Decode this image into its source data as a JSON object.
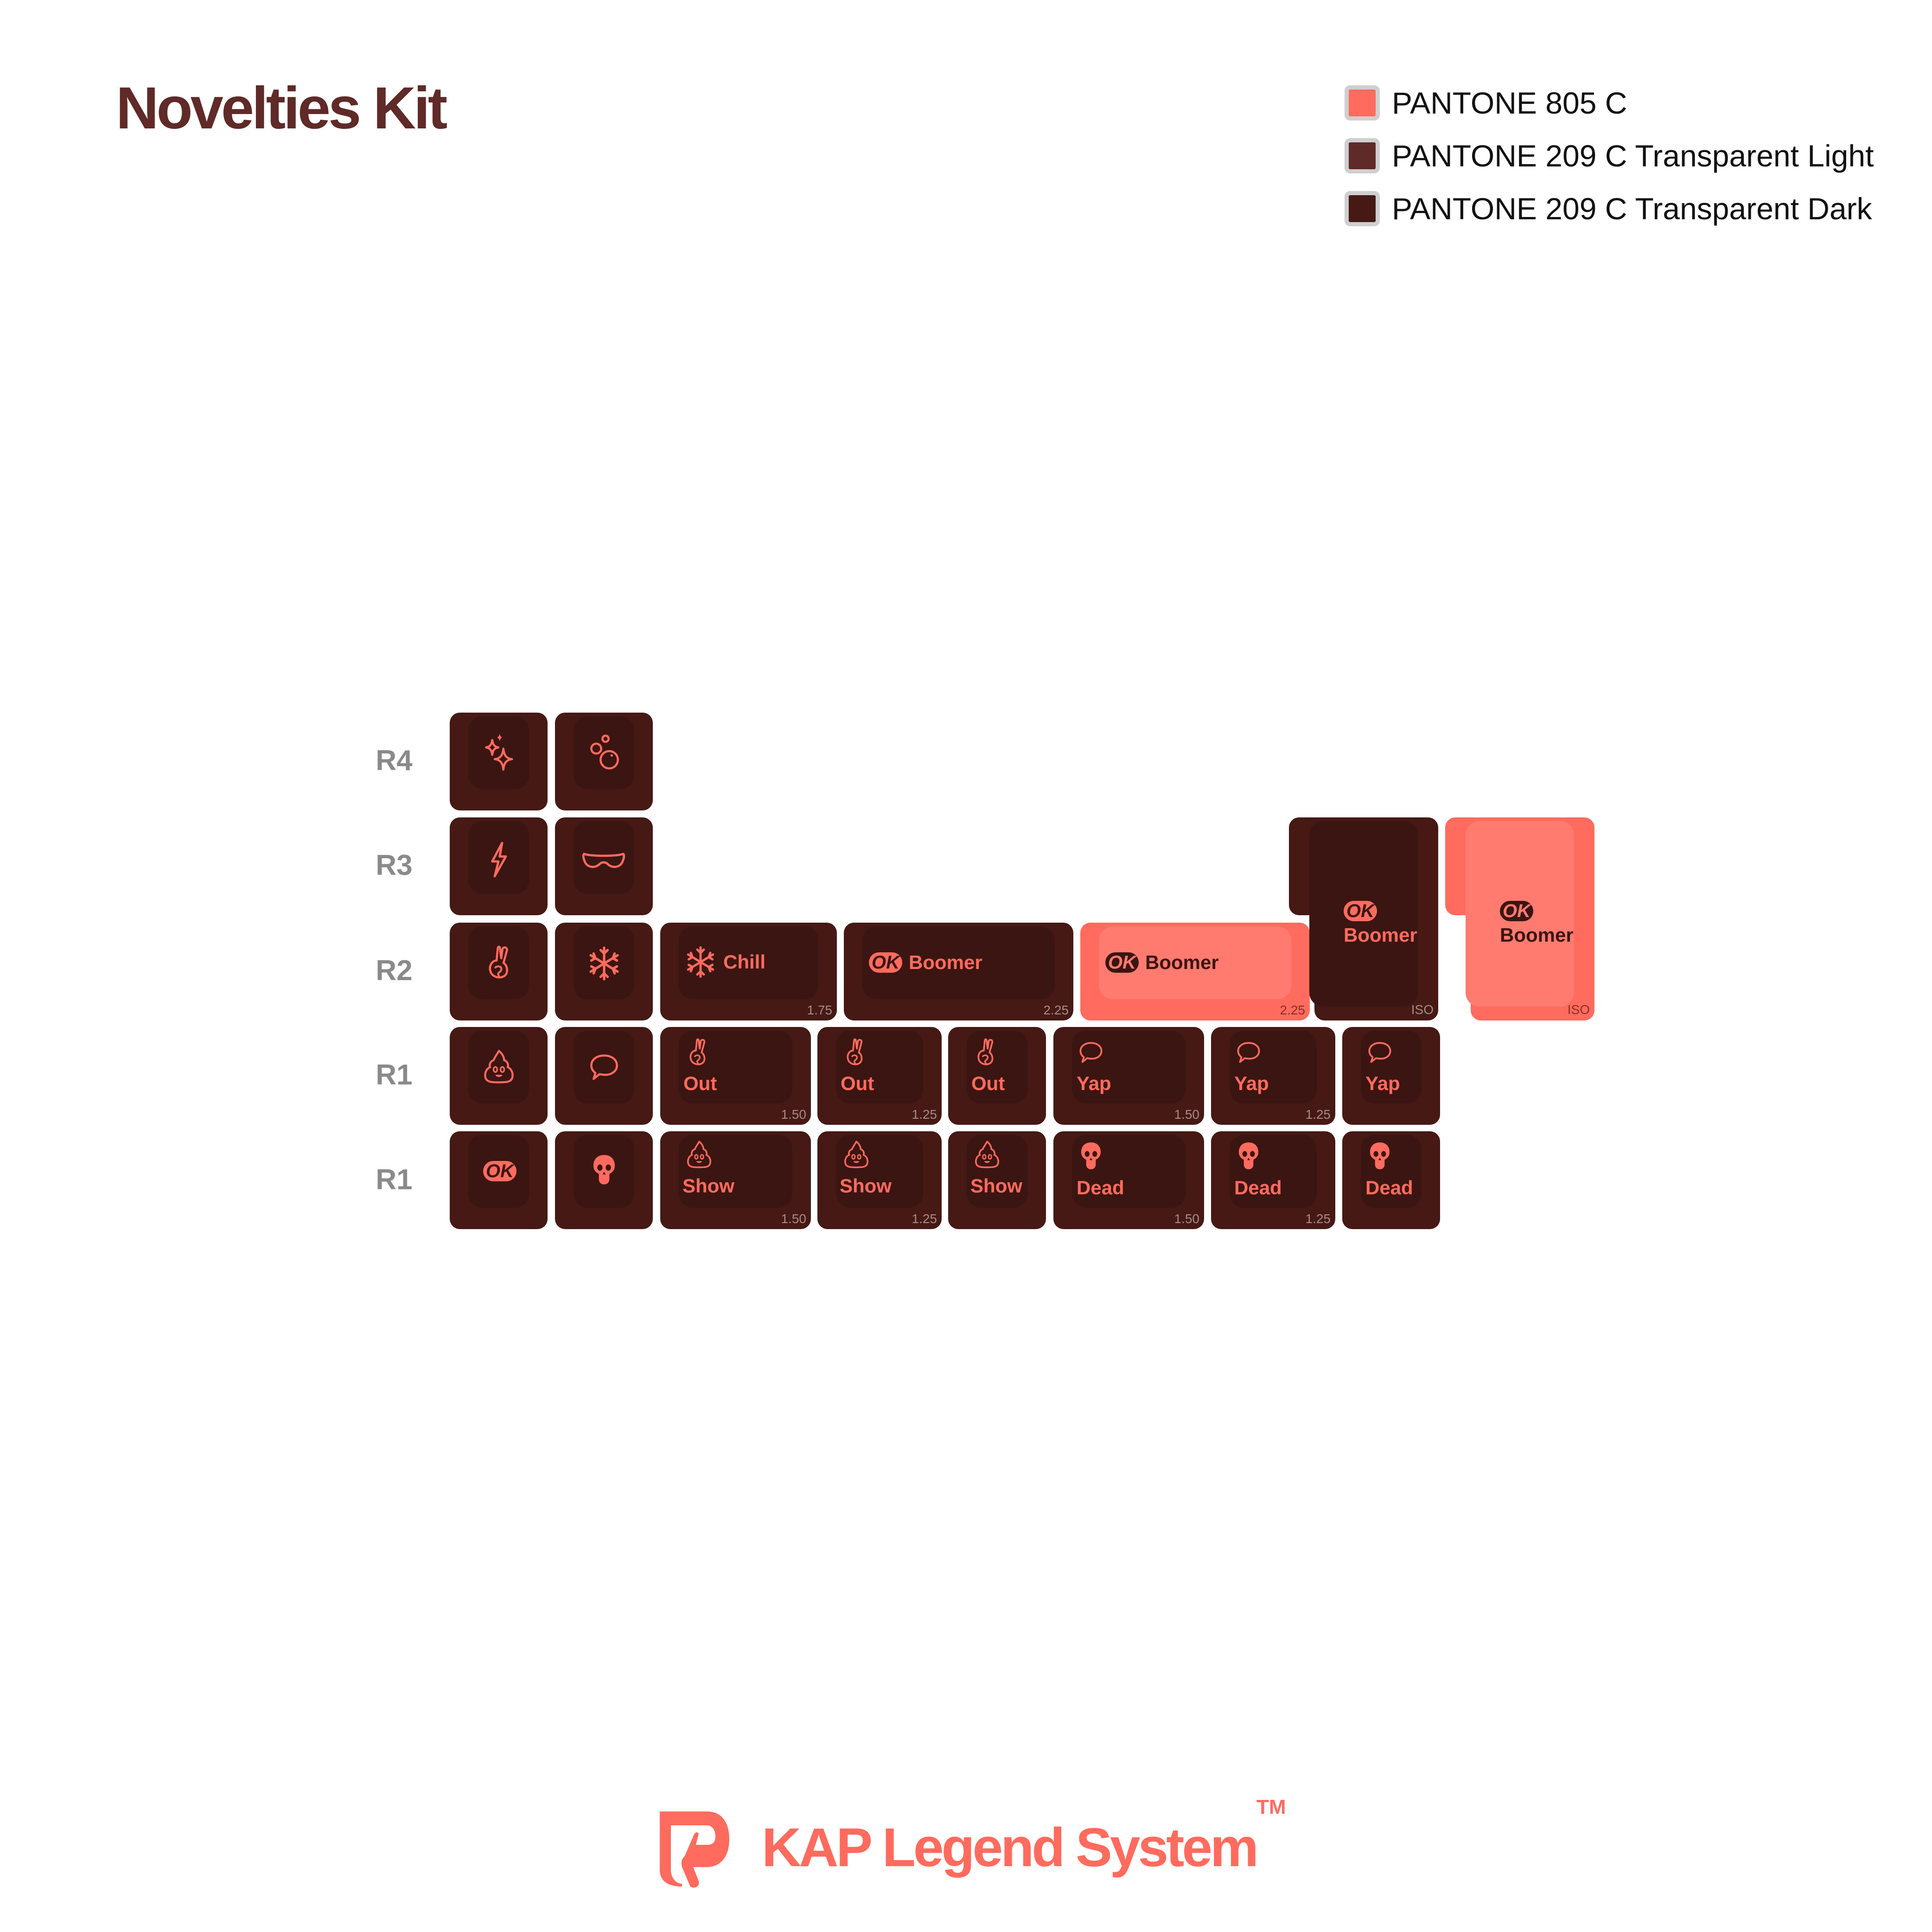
{
  "title": "Novelties Kit",
  "legend": [
    {
      "label": "PANTONE 805 C",
      "color": "#ff6b5e"
    },
    {
      "label": "PANTONE 209 C Transparent Light",
      "color": "#5f2a27"
    },
    {
      "label": "PANTONE 209 C Transparent Dark",
      "color": "#461915"
    }
  ],
  "row_labels": [
    "R4",
    "R3",
    "R2",
    "R1",
    "R1"
  ],
  "keys": {
    "r4": [
      {
        "icon": "sparkles-icon",
        "color": "dark"
      },
      {
        "icon": "bubbles-icon",
        "color": "dark"
      }
    ],
    "r3": [
      {
        "icon": "lightning-icon",
        "color": "dark"
      },
      {
        "icon": "sunglasses-icon",
        "color": "dark"
      }
    ],
    "r2": [
      {
        "icon": "peace-hand-icon",
        "color": "dark"
      },
      {
        "icon": "snowflake-icon",
        "color": "dark"
      },
      {
        "icon": "snowflake-icon",
        "label": "Chill",
        "size": "1.75",
        "color": "dark"
      },
      {
        "icon": "ok-icon",
        "ok_text": "OK",
        "label": "Boomer",
        "size": "2.25",
        "color": "dark"
      },
      {
        "icon": "ok-icon",
        "ok_text": "OK",
        "label": "Boomer",
        "size": "2.25",
        "color": "light"
      }
    ],
    "iso": [
      {
        "icon": "ok-icon",
        "ok_text": "OK",
        "label": "Boomer",
        "size": "ISO",
        "color": "dark"
      },
      {
        "icon": "ok-icon",
        "ok_text": "OK",
        "label": "Boomer",
        "size": "ISO",
        "color": "light"
      }
    ],
    "r1a": [
      {
        "icon": "poop-icon",
        "color": "dark"
      },
      {
        "icon": "speech-bubble-icon",
        "color": "dark"
      },
      {
        "icon": "peace-hand-icon",
        "label": "Out",
        "size": "1.50",
        "color": "dark"
      },
      {
        "icon": "peace-hand-icon",
        "label": "Out",
        "size": "1.25",
        "color": "dark"
      },
      {
        "icon": "peace-hand-icon",
        "label": "Out",
        "color": "dark"
      },
      {
        "icon": "speech-bubble-icon",
        "label": "Yap",
        "size": "1.50",
        "color": "dark"
      },
      {
        "icon": "speech-bubble-icon",
        "label": "Yap",
        "size": "1.25",
        "color": "dark"
      },
      {
        "icon": "speech-bubble-icon",
        "label": "Yap",
        "color": "dark"
      }
    ],
    "r1b": [
      {
        "icon": "ok-icon",
        "ok_text": "OK",
        "color": "dark"
      },
      {
        "icon": "skull-icon",
        "color": "dark"
      },
      {
        "icon": "poop-icon",
        "label": "Show",
        "size": "1.50",
        "color": "dark"
      },
      {
        "icon": "poop-icon",
        "label": "Show",
        "size": "1.25",
        "color": "dark"
      },
      {
        "icon": "poop-icon",
        "label": "Show",
        "color": "dark"
      },
      {
        "icon": "skull-icon",
        "label": "Dead",
        "size": "1.50",
        "color": "dark"
      },
      {
        "icon": "skull-icon",
        "label": "Dead",
        "size": "1.25",
        "color": "dark"
      },
      {
        "icon": "skull-icon",
        "label": "Dead",
        "color": "dark"
      }
    ]
  },
  "brand": {
    "name": "KAP Legend System",
    "tm": "TM",
    "color": "#ff6b5e"
  }
}
